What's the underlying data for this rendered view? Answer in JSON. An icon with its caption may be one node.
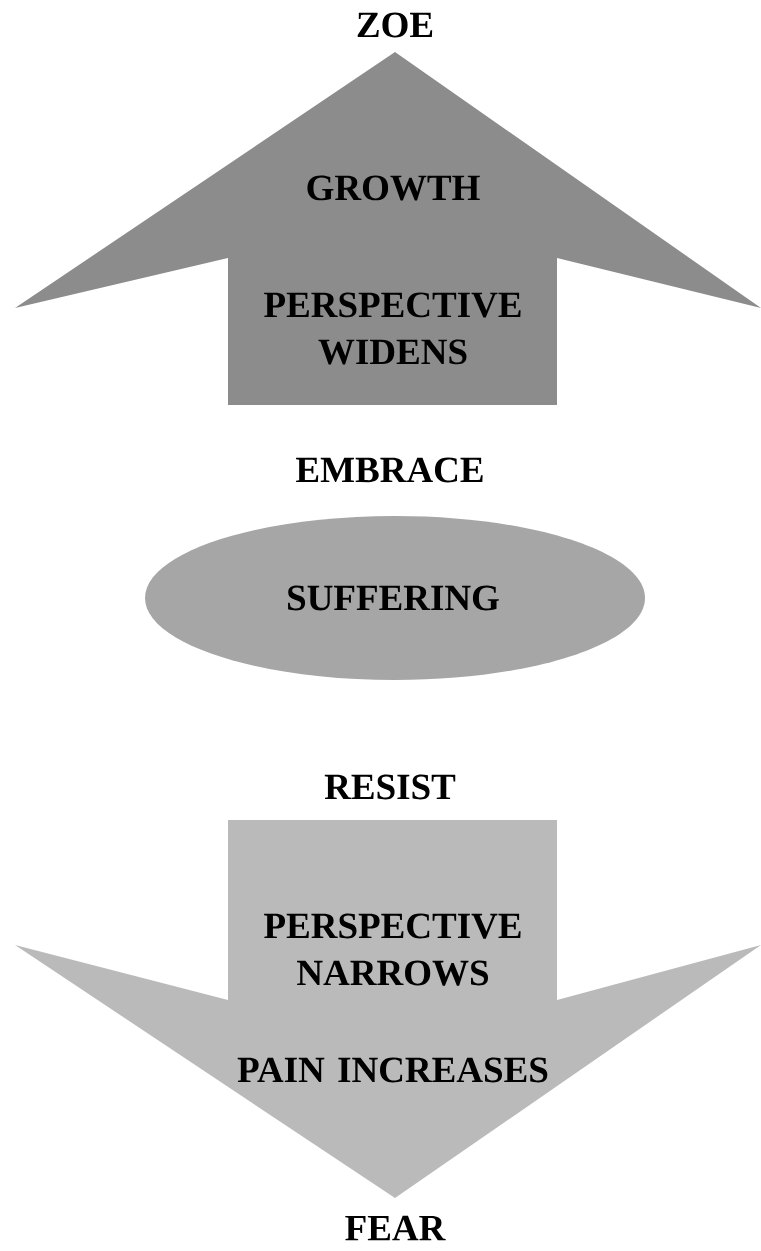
{
  "diagram": {
    "nodes": [
      {
        "text": [
          "GROWTH",
          "PERSPECTIVE WIDENS"
        ]
      },
      {
        "text": [
          "SUFFERING"
        ]
      },
      {
        "text": [
          "PERSPECTIVE NARROWS",
          "PAIN INCREASES"
        ]
      }
    ],
    "labels": [
      "ZOE",
      "EMBRACE",
      "RESIST",
      "FEAR"
    ]
  }
}
